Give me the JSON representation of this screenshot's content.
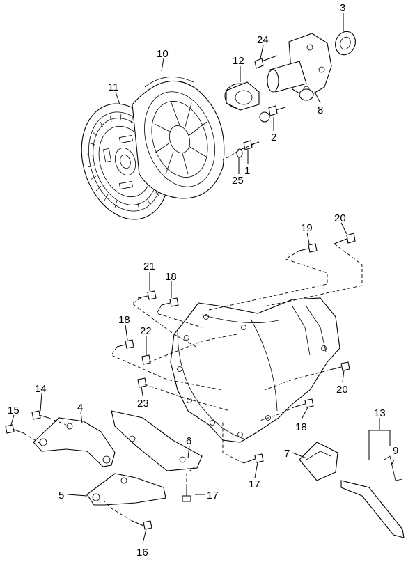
{
  "diagram": {
    "callouts": {
      "c1": "1",
      "c2": "2",
      "c3": "3",
      "c4": "4",
      "c5": "5",
      "c6": "6",
      "c7": "7",
      "c8": "8",
      "c9": "9",
      "c10": "10",
      "c11": "11",
      "c12": "12",
      "c13": "13",
      "c14": "14",
      "c15": "15",
      "c16": "16",
      "c17": "17",
      "c18a": "18",
      "c18b": "18",
      "c18c": "18",
      "c19": "19",
      "c20a": "20",
      "c20b": "20",
      "c21": "21",
      "c22": "22",
      "c23": "23",
      "c24": "24",
      "c25": "25"
    }
  }
}
